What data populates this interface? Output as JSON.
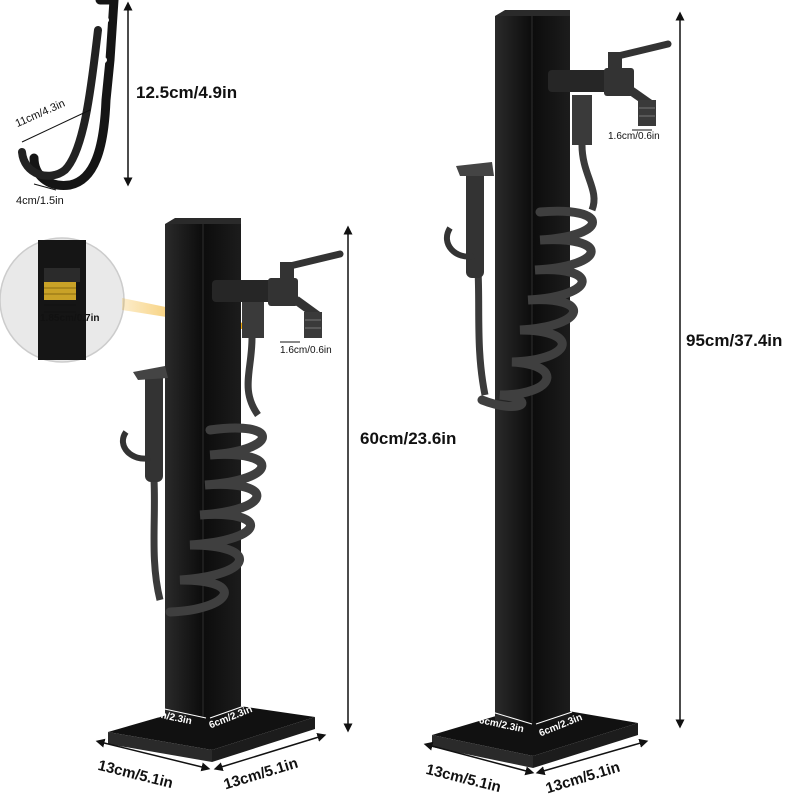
{
  "dimensions": {
    "hook_height": "12.5cm/4.9in",
    "hook_depth": "11cm/4.3in",
    "hook_gap": "4cm/1.5in",
    "connector_diameter": "1.85cm/0.7in",
    "short_outlet": "1.6cm/0.6in",
    "tall_outlet": "1.6cm/0.6in",
    "short_height": "60cm/23.6in",
    "tall_height": "95cm/37.4in",
    "short_post_w1": "6cm/2.3in",
    "short_post_w2": "6cm/2.3in",
    "tall_post_w1": "6cm/2.3in",
    "tall_post_w2": "6cm/2.3in",
    "short_base_w1": "13cm/5.1in",
    "short_base_w2": "13cm/5.1in",
    "tall_base_w1": "13cm/5.1in",
    "tall_base_w2": "13cm/5.1in"
  },
  "colors": {
    "post": "#111111",
    "post_edge": "#2e2e2e",
    "hose": "#3a3a3a",
    "brass": "#c9a227",
    "pointer": "#f0a500"
  }
}
